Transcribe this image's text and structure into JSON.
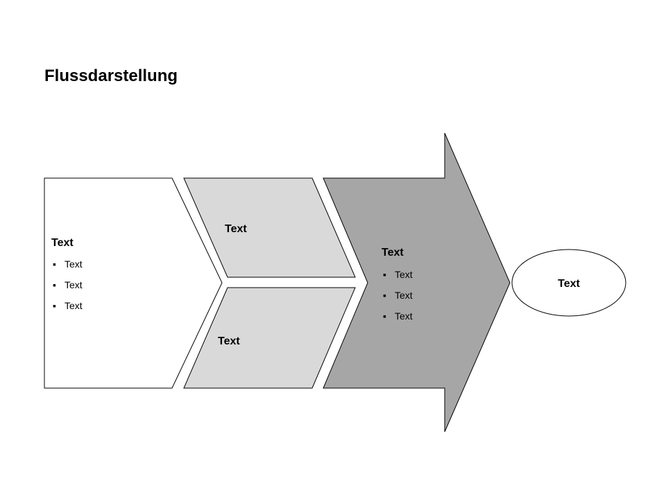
{
  "title": "Flussdarstellung",
  "colors": {
    "box_fill": "#ffffff",
    "parallelogram_fill": "#d9d9d9",
    "arrow_fill": "#a6a6a6",
    "ellipse_fill": "#ffffff",
    "stroke": "#000000"
  },
  "left_box": {
    "heading": "Text",
    "items": [
      "Text",
      "Text",
      "Text"
    ]
  },
  "upper_parallelogram": {
    "label": "Text"
  },
  "lower_parallelogram": {
    "label": "Text"
  },
  "arrow": {
    "heading": "Text",
    "items": [
      "Text",
      "Text",
      "Text"
    ]
  },
  "ellipse": {
    "label": "Text"
  }
}
